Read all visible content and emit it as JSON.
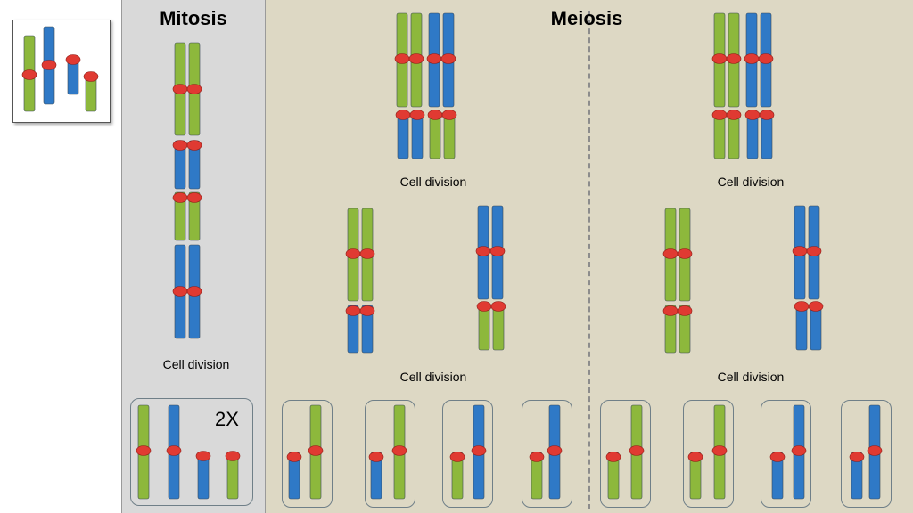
{
  "titles": {
    "mitosis": "Mitosis",
    "meiosis": "Meiosis"
  },
  "labels": {
    "cell_division": "Cell division"
  },
  "multiplier": "2X",
  "colors": {
    "green": "#8db83c",
    "blue": "#2f79c6",
    "centromere": "#e03a32",
    "mitosis_bg": "#d9d9d9",
    "meiosis_bg": "#ddd8c4"
  }
}
